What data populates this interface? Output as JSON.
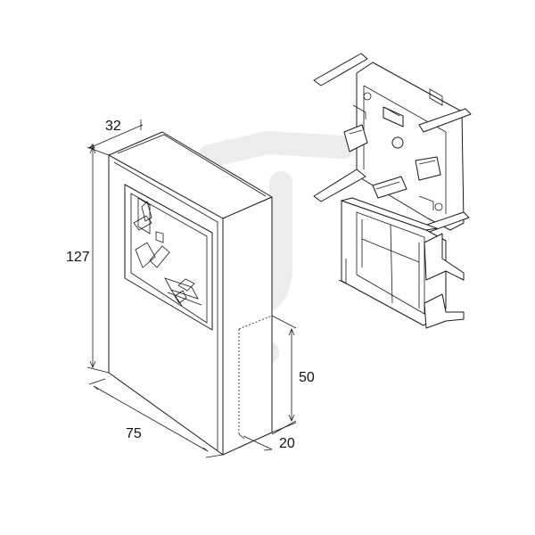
{
  "drawing": {
    "dimensions": {
      "depth_top": "32",
      "height": "127",
      "width": "75",
      "partial_height": "50",
      "partial_depth": "20"
    },
    "line_color": "#1a1a1a",
    "watermark_color": "#ececec"
  }
}
